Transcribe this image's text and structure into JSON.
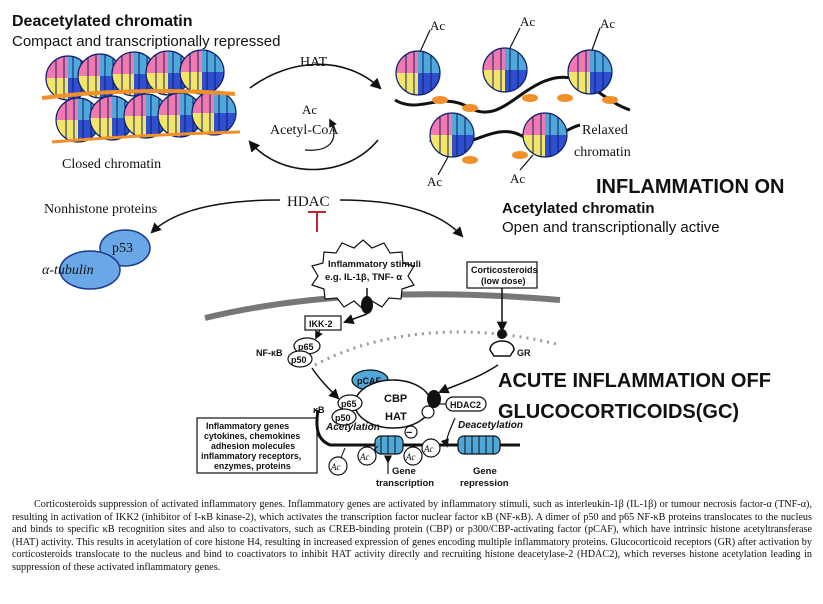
{
  "colors": {
    "nuc_blue": "#2f4fd0",
    "nuc_pink": "#f07ab0",
    "nuc_yellow": "#f3e46a",
    "nuc_cyan": "#50a7d9",
    "histone_orange": "#f0902a",
    "protein_blue": "#6aa7e6",
    "dna_black": "#111111",
    "hdac_red": "#c2262e"
  },
  "icons": [
    "nucleosome-icon",
    "acetyl-group-icon",
    "starburst-icon",
    "receptor-icon",
    "protein-oval-icon"
  ],
  "top": {
    "deacetylated_title": "Deacetylated chromatin",
    "deacetylated_sub": "Compact and transcriptionally repressed",
    "closed_label": "Closed chromatin",
    "hat_label": "HAT",
    "ac_label": "Ac",
    "acetyl_coa_label": "Acetyl-CoA",
    "hdac_label": "HDAC",
    "relaxed_label_1": "Relaxed",
    "relaxed_label_2": "chromatin",
    "nonhistone_label": "Nonhistone proteins",
    "p53_label": "p53",
    "tubulin_label": "α-tubulin",
    "inflammation_on": "INFLAMMATION  ON",
    "acetylated_title": "Acetylated chromatin",
    "acetylated_sub": "Open and transcriptionally active"
  },
  "pathway": {
    "stimuli_1": "Inflammatory stimuli",
    "stimuli_2": "e.g. IL-1β, TNF- α",
    "corticosteroids_1": "Corticosteroids",
    "corticosteroids_2": "(low dose)",
    "ikk2": "IKK-2",
    "nfkb": "NF-κB",
    "p65": "p65",
    "p50": "p50",
    "gr": "GR",
    "pcaf": "pCAF",
    "cbp": "CBP",
    "hat": "HAT",
    "kb": "κB",
    "hdac2": "HDAC2",
    "acetylation": "Acetylation",
    "deacetylation": "Deacetylation",
    "genes_box": [
      "Inflammatory genes",
      "cytokines, chemokines",
      "adhesion molecules",
      "inflammatory receptors,",
      "enzymes, proteins"
    ],
    "gene_transcription_1": "Gene",
    "gene_transcription_2": "transcription",
    "gene_repression_1": "Gene",
    "gene_repression_2": "repression",
    "ac_small": "Ac",
    "minus": "−"
  },
  "overlay": {
    "acute_off": "ACUTE INFLAMMATION  OFF",
    "gc": "GLUCOCORTICOIDS(GC)"
  },
  "caption": "Corticosteroids suppression of activated inflammatory genes. Inflammatory genes are activated by inflammatory stimuli, such as interleukin-1β (IL-1β) or tumour necrosis factor-α (TNF-α), resulting in activation of IKK2 (inhibitor of I-κB kinase-2), which activates the transcription factor nuclear factor κB (NF-κB). A dimer of p50 and p65 NF-κB proteins translocates to the nucleus and binds to specific κB recognition sites and also to coactivators, such as CREB-binding protein (CBP) or p300/CBP-activating factor (pCAF), which have intrinsic histone acetyltransferase (HAT) activity. This results in acetylation of core histone H4, resulting in increased expression of genes encoding multiple inflammatory proteins. Glucocorticoid receptors (GR) after activation by corticosteroids translocate to the nucleus and bind to coactivators to inhibit HAT activity directly and recruiting histone deacetylase-2 (HDAC2), which reverses histone acetylation leading in suppression of these activated inflammatory genes."
}
